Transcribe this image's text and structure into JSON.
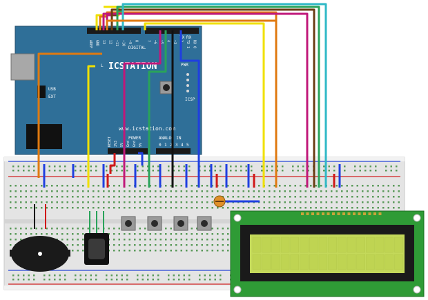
{
  "arduino": {
    "brand_text": "ICSTATION",
    "url_text": "www.icstation.com",
    "header_left": [
      "AREF",
      "GND",
      "13",
      "12",
      "~11",
      "~10",
      "~9",
      "8"
    ],
    "header_right": [
      "7",
      "~6",
      "~5",
      "4",
      "~3",
      "2",
      "TX 1",
      "RX 0"
    ],
    "digital_label": "DIGITAL",
    "power_label": "POWER",
    "analog_label": "ANALOG IN",
    "bottom_pins": [
      "RESET",
      "3V3",
      "5V",
      "Gnd",
      "Gnd",
      "9V"
    ],
    "analog_pins": [
      "0",
      "1",
      "2",
      "3",
      "4",
      "5"
    ],
    "pwr_label": "PWR",
    "icsp_label": "ICSP",
    "tx_label": "TX",
    "rx_label": "RX",
    "l_label": "L",
    "ext_label": "EXT",
    "usb_label": "USB"
  },
  "colors": {
    "board": "#2f6f98",
    "breadboard": "#e6e6e6",
    "lcd_pcb": "#2f9b36",
    "lcd_screen": "#c4d95a",
    "wire_yellow": "#f0e000",
    "wire_orange": "#e07a10",
    "wire_magenta": "#c0187a",
    "wire_brown": "#6a3c14",
    "wire_green": "#29a35a",
    "wire_cyan": "#2fb8c6",
    "wire_blue": "#1f3fe0",
    "wire_red": "#d01818",
    "wire_black": "#111111"
  },
  "components": {
    "buzzer": "piezo-buzzer",
    "ir_receiver": "ir-receiver",
    "buttons": 4,
    "potentiometer": "trimmer-potentiometer",
    "lcd": "16x2-character-lcd"
  }
}
